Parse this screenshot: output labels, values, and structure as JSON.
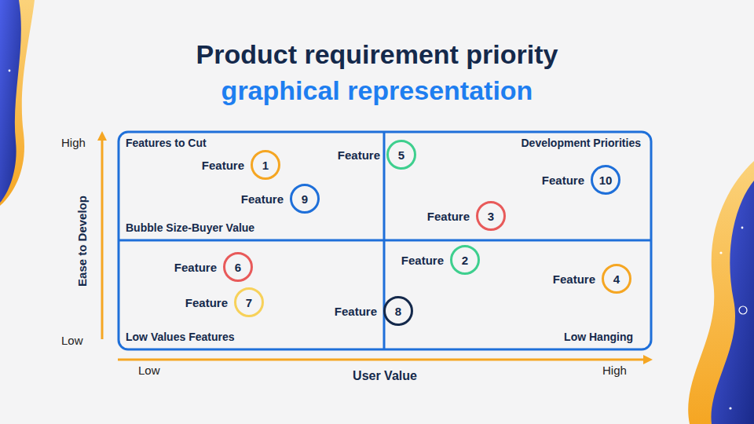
{
  "diagram": {
    "title": "Product requirement priority",
    "nodes": [
      {
        "text": [
          "Features to Cut",
          "Bubble Size-Buyer Value"
        ]
      },
      {
        "text": [
          "Feature",
          "1"
        ],
        "in": 0
      },
      {
        "text": [
          "Feature",
          "9"
        ],
        "in": 0
      },
      {
        "text": [
          "Development Priorities"
        ]
      },
      {
        "text": [
          "Feature",
          "5"
        ],
        "in": 3
      },
      {
        "text": [
          "Feature",
          "10"
        ],
        "in": 3
      },
      {
        "text": [
          "Feature",
          "3"
        ],
        "in": 3
      },
      {
        "text": [
          "Low Values Features"
        ]
      },
      {
        "text": [
          "Feature",
          "6"
        ],
        "in": 7
      },
      {
        "text": [
          "Feature",
          "7"
        ],
        "in": 7
      },
      {
        "text": [
          "Low Hanging"
        ]
      },
      {
        "text": [
          "Feature",
          "2"
        ],
        "in": 10
      },
      {
        "text": [
          "Feature",
          "4"
        ],
        "in": 10
      },
      {
        "text": [
          "Feature",
          "8"
        ],
        "in": 10
      }
    ],
    "labels": [
      "graphical representation",
      "High",
      "Low",
      "Ease to Develop",
      "Low",
      "User Value",
      "High"
    ]
  }
}
